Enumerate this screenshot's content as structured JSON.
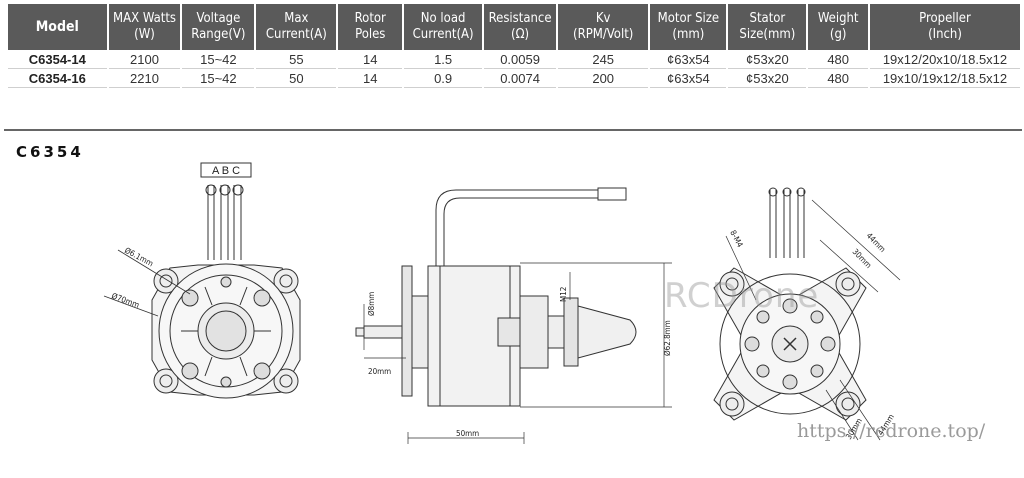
{
  "table": {
    "headers": [
      {
        "l1": "Model",
        "l2": ""
      },
      {
        "l1": "MAX Watts",
        "l2": "(W)"
      },
      {
        "l1": "Voltage",
        "l2": "Range(V)"
      },
      {
        "l1": "Max",
        "l2": "Current(A)"
      },
      {
        "l1": "Rotor",
        "l2": "Poles"
      },
      {
        "l1": "No load",
        "l2": "Current(A)"
      },
      {
        "l1": "Resistance",
        "l2": "(Ω)"
      },
      {
        "l1": "Kv",
        "l2": "(RPM/Volt)"
      },
      {
        "l1": "Motor Size",
        "l2": "(mm)"
      },
      {
        "l1": "Stator",
        "l2": "Size(mm)"
      },
      {
        "l1": "Weight",
        "l2": "(g)"
      },
      {
        "l1": "Propeller",
        "l2": "(Inch)"
      }
    ],
    "rows": [
      [
        "C6354-14",
        "2100",
        "15~42",
        "55",
        "14",
        "1.5",
        "0.0059",
        "245",
        "¢63x54",
        "¢53x20",
        "480",
        "19x12/20x10/18.5x12"
      ],
      [
        "C6354-16",
        "2210",
        "15~42",
        "50",
        "14",
        "0.9",
        "0.0074",
        "200",
        "¢63x54",
        "¢53x20",
        "480",
        "19x10/19x12/18.5x12"
      ]
    ]
  },
  "drawing": {
    "title": "C6354",
    "wire_labels": "A B C",
    "dims": {
      "d61": "Ø6.1mm",
      "d70": "Ø70mm",
      "d8": "Ø8mm",
      "m12": "M12",
      "len20": "20mm",
      "len50": "50mm",
      "d628": "Ø62.8mm",
      "m4": "8-M4",
      "s44a": "44mm",
      "s30a": "30mm",
      "s30b": "30mm",
      "s44b": "44mm"
    }
  },
  "watermark": "RCDrone",
  "site_url": "https://rcdrone.top/"
}
